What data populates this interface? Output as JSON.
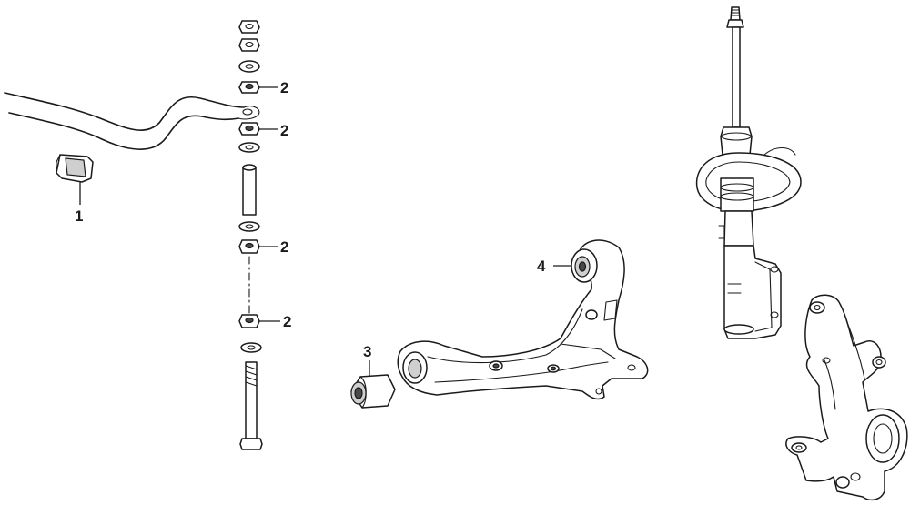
{
  "callouts": {
    "c1": "1",
    "c2a": "2",
    "c2b": "2",
    "c2c": "2",
    "c2d": "2",
    "c3": "3",
    "c4": "4"
  }
}
